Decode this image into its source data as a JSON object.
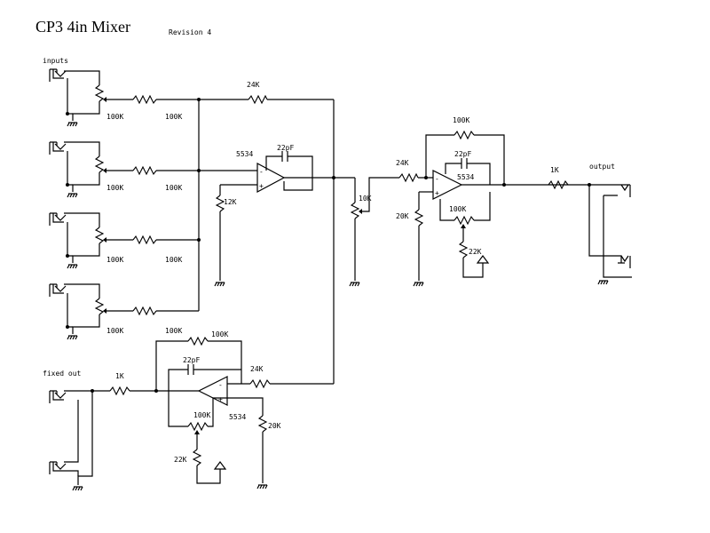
{
  "title": "CP3   4in Mixer",
  "revision": "Revision 4",
  "labels": {
    "inputs": "inputs",
    "output": "output",
    "fixed_out": "fixed out"
  },
  "components": {
    "in1_pot": "100K",
    "in1_res": "100K",
    "in2_pot": "100K",
    "in2_res": "100K",
    "in3_pot": "100K",
    "in3_res": "100K",
    "in4_pot": "100K",
    "in4_res": "100K",
    "feedback_top": "24K",
    "opamp1": "5534",
    "cap1": "22pF",
    "r12k": "12K",
    "pot10k": "10K",
    "r24k_mid": "24K",
    "r100k_top2": "100K",
    "cap2": "22pF",
    "opamp2": "5534",
    "r20k_2": "20K",
    "pot100k_2": "100K",
    "r22k_2": "22K",
    "r1k_out": "1K",
    "r1k_fixed": "1K",
    "r100k_top3": "100K",
    "cap3": "22pF",
    "r24k_low": "24K",
    "pot100k_3": "100K",
    "opamp3": "5534",
    "r20k_3": "20K",
    "r22k_3": "22K"
  },
  "opamp_signs": {
    "minus": "-",
    "plus": "+"
  }
}
